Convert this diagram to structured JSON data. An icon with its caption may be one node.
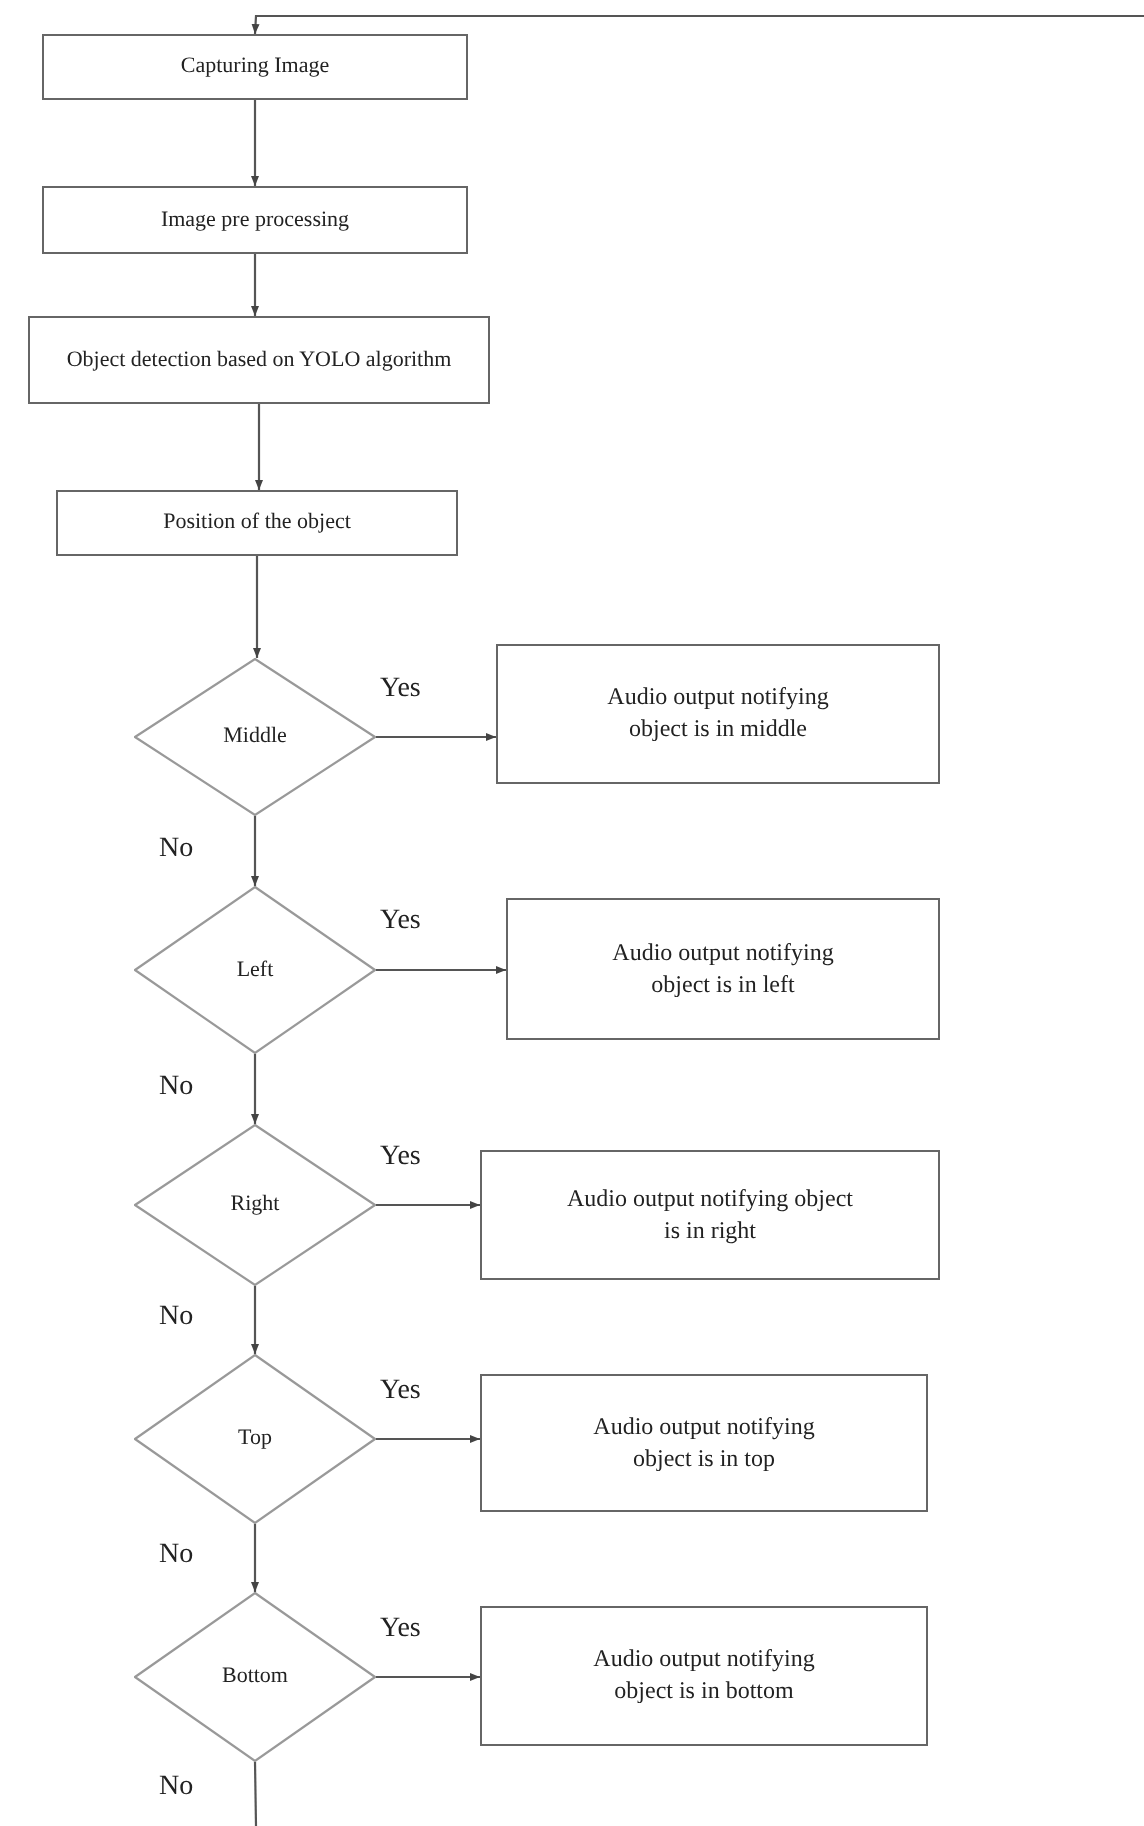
{
  "diagram": {
    "nodes": [
      {
        "text": [
          "Capturing Image"
        ]
      },
      {
        "text": [
          "Image pre processing"
        ]
      },
      {
        "text": [
          "Object detection based on YOLO algorithm"
        ]
      },
      {
        "text": [
          "Position of the object"
        ]
      },
      {
        "text": [
          "Middle"
        ]
      },
      {
        "text": [
          "Audio output notifying object is in middle"
        ]
      },
      {
        "text": [
          "Left"
        ]
      },
      {
        "text": [
          "Audio output notifying object is in left"
        ]
      },
      {
        "text": [
          "Right"
        ]
      },
      {
        "text": [
          "Audio output notifying object is in right"
        ]
      },
      {
        "text": [
          "Top"
        ]
      },
      {
        "text": [
          "Audio output notifying object is in top"
        ]
      },
      {
        "text": [
          "Bottom"
        ]
      },
      {
        "text": [
          "Audio output notifying object is in bottom"
        ]
      }
    ],
    "edges": [
      {
        "from": null,
        "to": 0,
        "arrow": "to"
      },
      {
        "from": 0,
        "to": 1,
        "arrow": "to"
      },
      {
        "from": 1,
        "to": 2,
        "arrow": "to"
      },
      {
        "from": 2,
        "to": 3,
        "arrow": "to"
      },
      {
        "from": 3,
        "to": 4,
        "arrow": "to"
      },
      {
        "from": 4,
        "to": 5,
        "arrow": "to",
        "label": "Yes"
      },
      {
        "from": 4,
        "to": 6,
        "arrow": "to",
        "label": "No"
      },
      {
        "from": 6,
        "to": 7,
        "arrow": "to",
        "label": "Yes"
      },
      {
        "from": 6,
        "to": 8,
        "arrow": "to",
        "label": "No"
      },
      {
        "from": 8,
        "to": 9,
        "arrow": "to",
        "label": "Yes"
      },
      {
        "from": 8,
        "to": 10,
        "arrow": "to",
        "label": "No"
      },
      {
        "from": 10,
        "to": 11,
        "arrow": "to",
        "label": "Yes"
      },
      {
        "from": 10,
        "to": 12,
        "arrow": "to",
        "label": "No"
      },
      {
        "from": 12,
        "to": 13,
        "arrow": "to",
        "label": "Yes"
      },
      {
        "from": 12,
        "to": null,
        "arrow": "none",
        "label": "No"
      }
    ]
  }
}
